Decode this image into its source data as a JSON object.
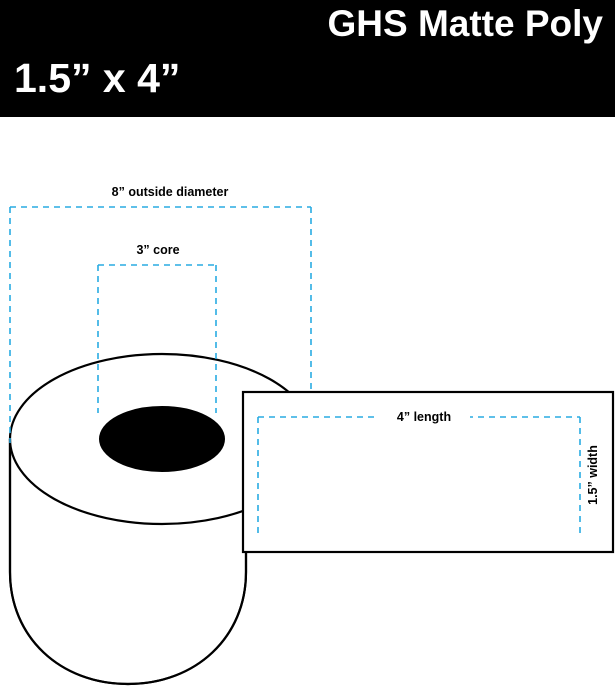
{
  "header": {
    "title": "GHS Matte Poly",
    "size": "1.5” x 4”",
    "background_color": "#000000",
    "text_color": "#ffffff"
  },
  "diagram": {
    "type": "label-roll-spec",
    "dimension_color": "#29abe2",
    "outline_color": "#000000",
    "fill_color": "#ffffff",
    "labels": {
      "outside_diameter": "8” outside diameter",
      "core": "3” core",
      "length": "4” length",
      "width": "1.5” width"
    }
  },
  "spec_values": {
    "outside_diameter_in": 8,
    "core_in": 3,
    "label_length_in": 4,
    "label_width_in": 1.5
  }
}
